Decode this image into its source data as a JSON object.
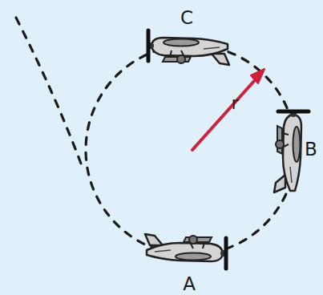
{
  "diagram": {
    "labels": [
      "C",
      "r",
      "B",
      "A"
    ]
  }
}
